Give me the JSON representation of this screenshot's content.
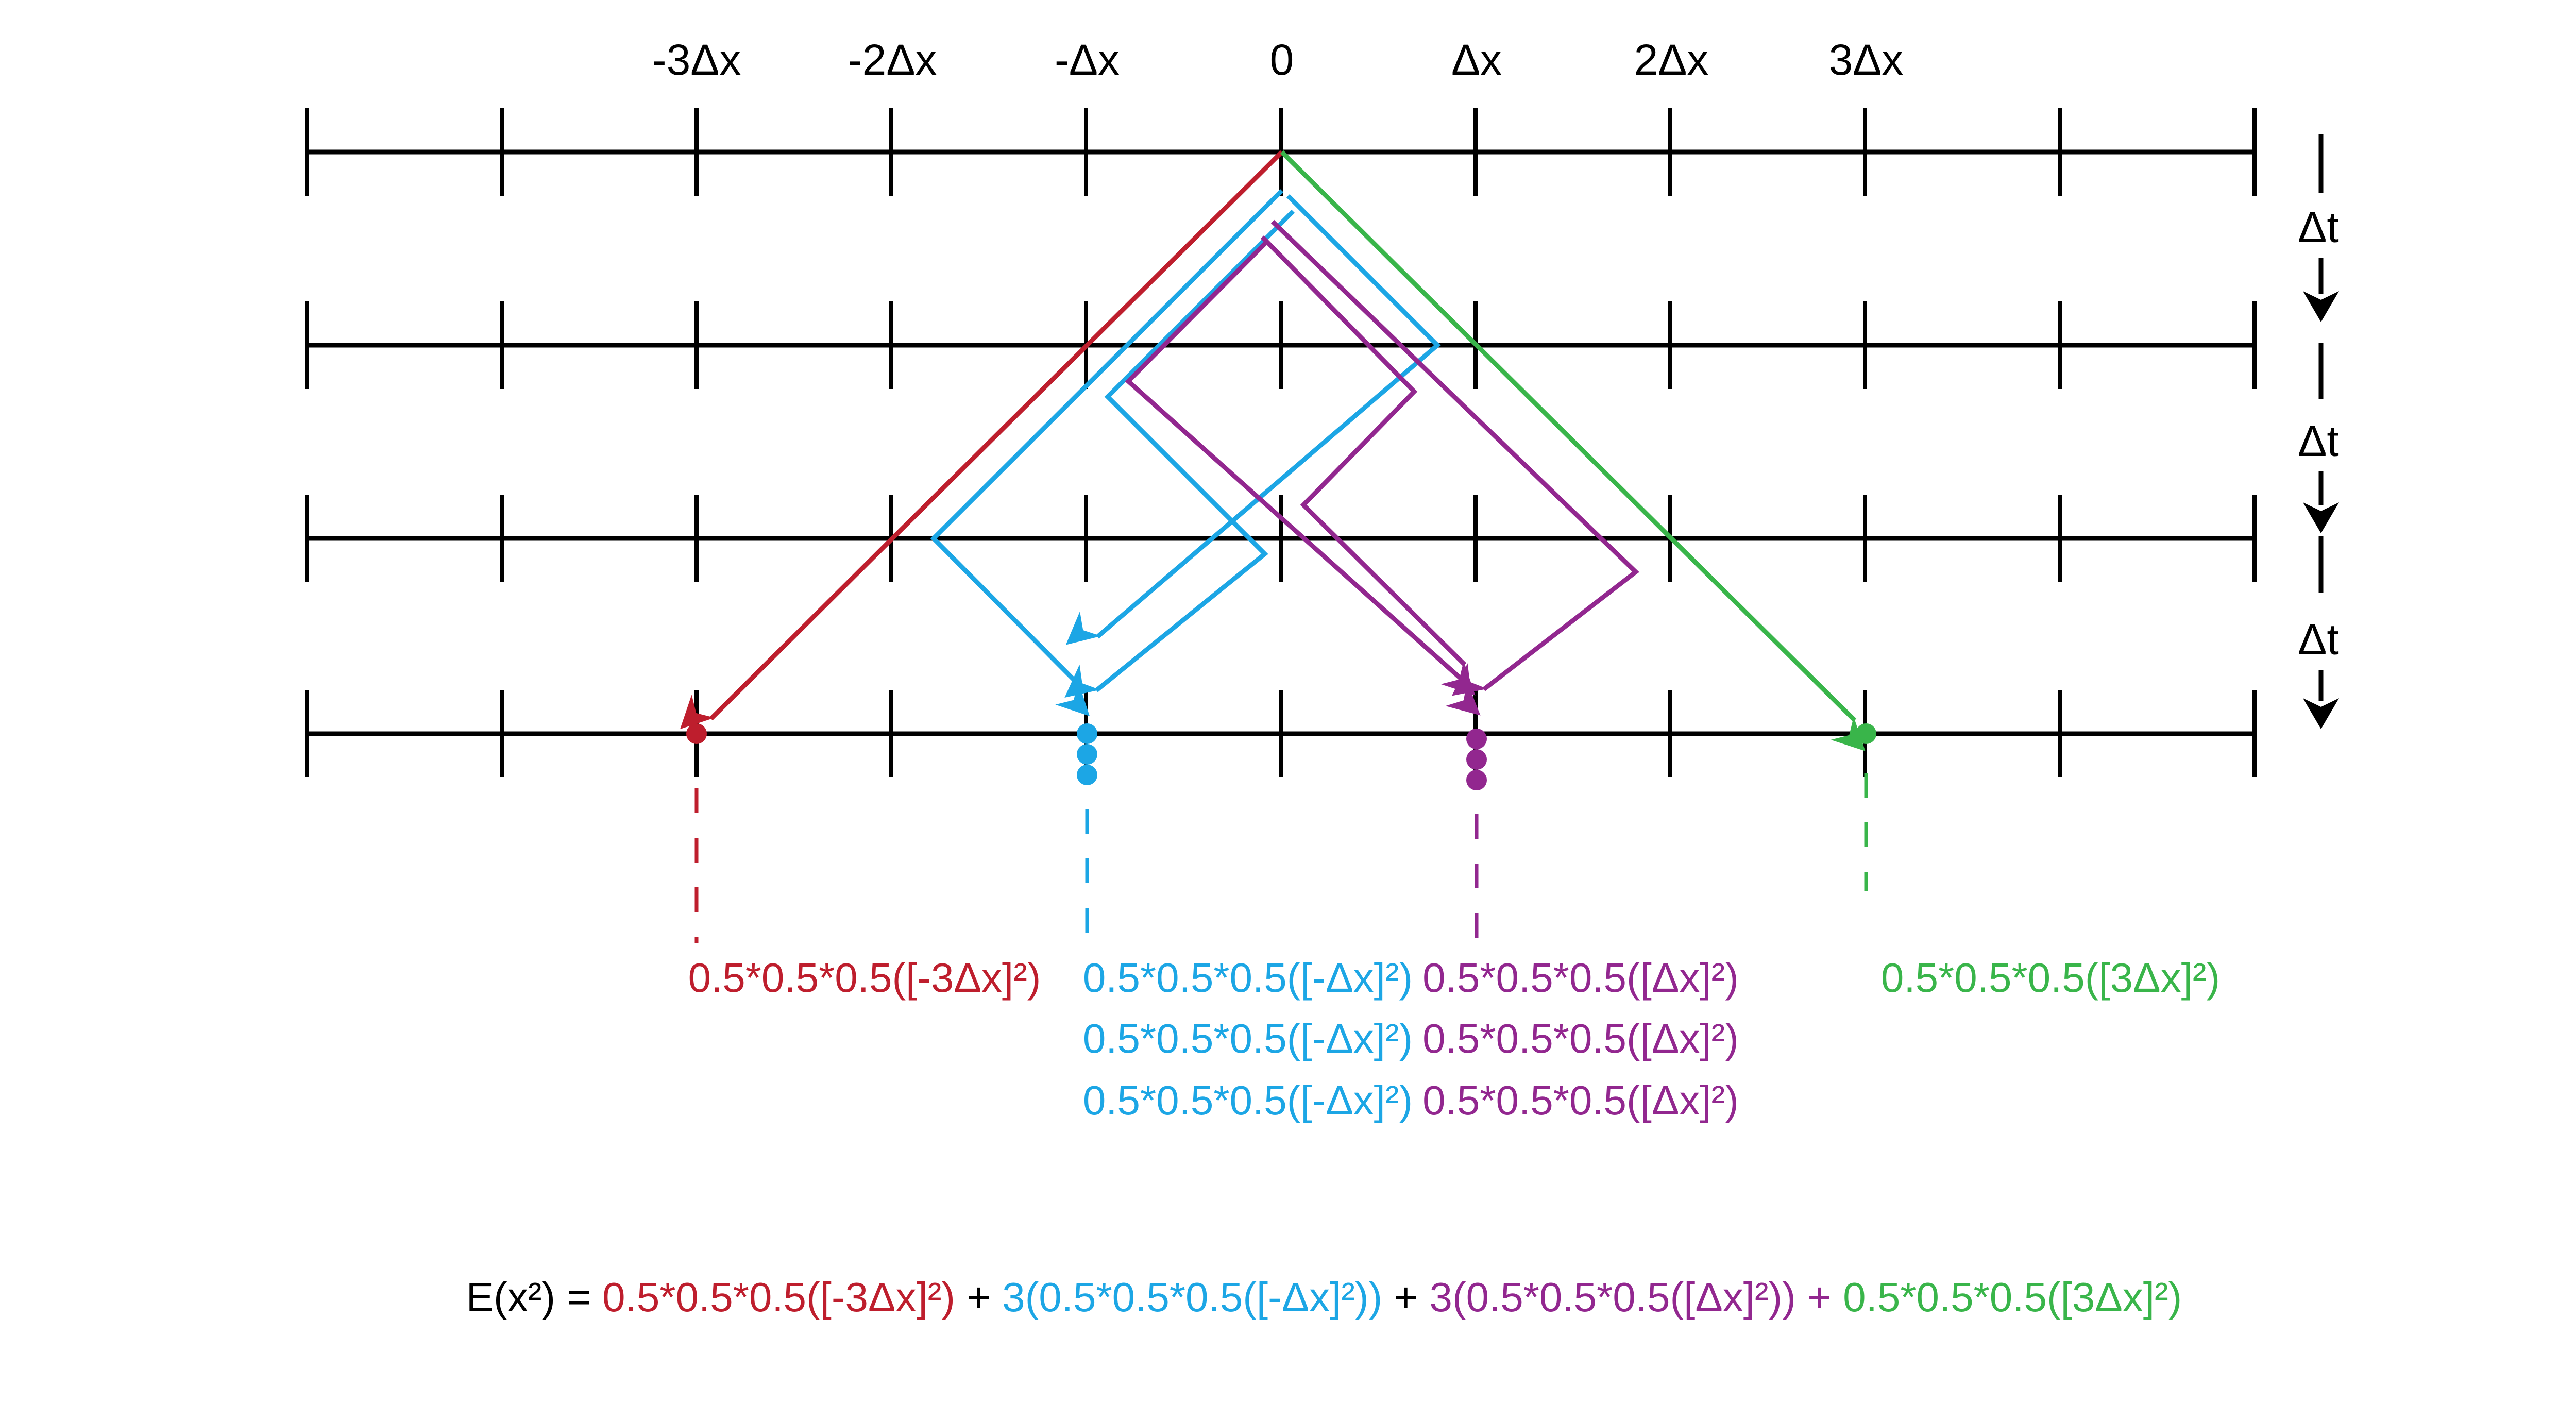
{
  "axis_labels": [
    "-3Δx",
    "-2Δx",
    "-Δx",
    "0",
    "Δx",
    "2Δx",
    "3Δx"
  ],
  "time_step_label": "Δt",
  "time_step_count": 3,
  "colors": {
    "line": "#000000",
    "red": "#be1e2d",
    "blue": "#1ca6e5",
    "purple": "#92278f",
    "green": "#39b54a"
  },
  "endpoints": [
    {
      "name": "red",
      "position": "-3Δx",
      "dots": 1
    },
    {
      "name": "blue",
      "position": "-Δx",
      "dots": 3
    },
    {
      "name": "purple",
      "position": "Δx",
      "dots": 3
    },
    {
      "name": "green",
      "position": "3Δx",
      "dots": 1
    }
  ],
  "terms": {
    "red": [
      "0.5*0.5*0.5([-3Δx]²)"
    ],
    "blue": [
      "0.5*0.5*0.5([-Δx]²)",
      "0.5*0.5*0.5([-Δx]²)",
      "0.5*0.5*0.5([-Δx]²)"
    ],
    "purple": [
      "0.5*0.5*0.5([Δx]²)",
      "0.5*0.5*0.5([Δx]²)",
      "0.5*0.5*0.5([Δx]²)"
    ],
    "green": [
      "0.5*0.5*0.5([3Δx]²)"
    ]
  },
  "equation": {
    "lhs": "E(x²) = ",
    "red": "0.5*0.5*0.5([-3Δx]²)",
    "plus1": " + ",
    "blue": "3(0.5*0.5*0.5([-Δx]²))",
    "plus2": " + ",
    "purple": "3(0.5*0.5*0.5([Δx]²))",
    "plus3": " + ",
    "green": "0.5*0.5*0.5([3Δx]²)"
  }
}
